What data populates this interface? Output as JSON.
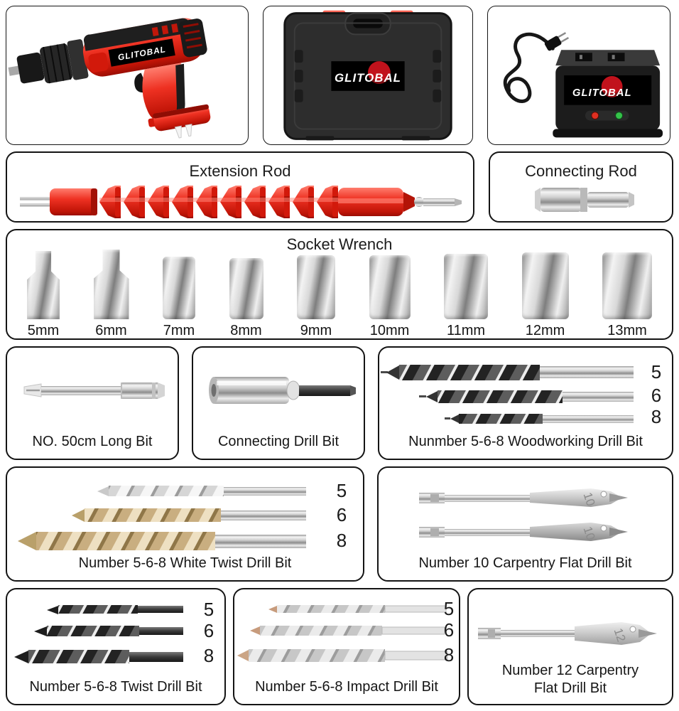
{
  "brand": "GLITOBAL",
  "colors": {
    "accent_red": "#d81f0f",
    "border_black": "#141414",
    "chrome_light": "#f3f3f3",
    "chrome_dark": "#7e7e7e",
    "case_body": "#2d2d2d"
  },
  "products": {
    "drill": "cordless drill",
    "case": "carrying case",
    "charger": "battery charger"
  },
  "boxes": {
    "extension_rod": {
      "title": "Extension Rod"
    },
    "connecting_rod": {
      "title": "Connecting Rod"
    },
    "socket_wrench": {
      "title": "Socket Wrench",
      "sizes": [
        "5mm",
        "6mm",
        "7mm",
        "8mm",
        "9mm",
        "10mm",
        "11mm",
        "12mm",
        "13mm"
      ]
    },
    "long_bit": {
      "title": "NO. 50cm Long Bit"
    },
    "connecting_drill_bit": {
      "title": "Connecting Drill Bit"
    },
    "woodworking_bits": {
      "title": "Nunmber 5-6-8 Woodworking Drill Bit",
      "sizes": [
        "5",
        "6",
        "8"
      ]
    },
    "white_twist_bits": {
      "title": "Number 5-6-8 White Twist Drill Bit",
      "sizes": [
        "5",
        "6",
        "8"
      ]
    },
    "flat_bit_10": {
      "title": "Number 10 Carpentry Flat Drill Bit",
      "engraving": "10"
    },
    "twist_bits": {
      "title": "Number 5-6-8 Twist Drill Bit",
      "sizes": [
        "5",
        "6",
        "8"
      ]
    },
    "impact_bits": {
      "title": "Number 5-6-8 Impact Drill Bit",
      "sizes": [
        "5",
        "6",
        "8"
      ]
    },
    "flat_bit_12": {
      "title": "Number 12 Carpentry Flat Drill Bit",
      "engraving": "12"
    }
  }
}
